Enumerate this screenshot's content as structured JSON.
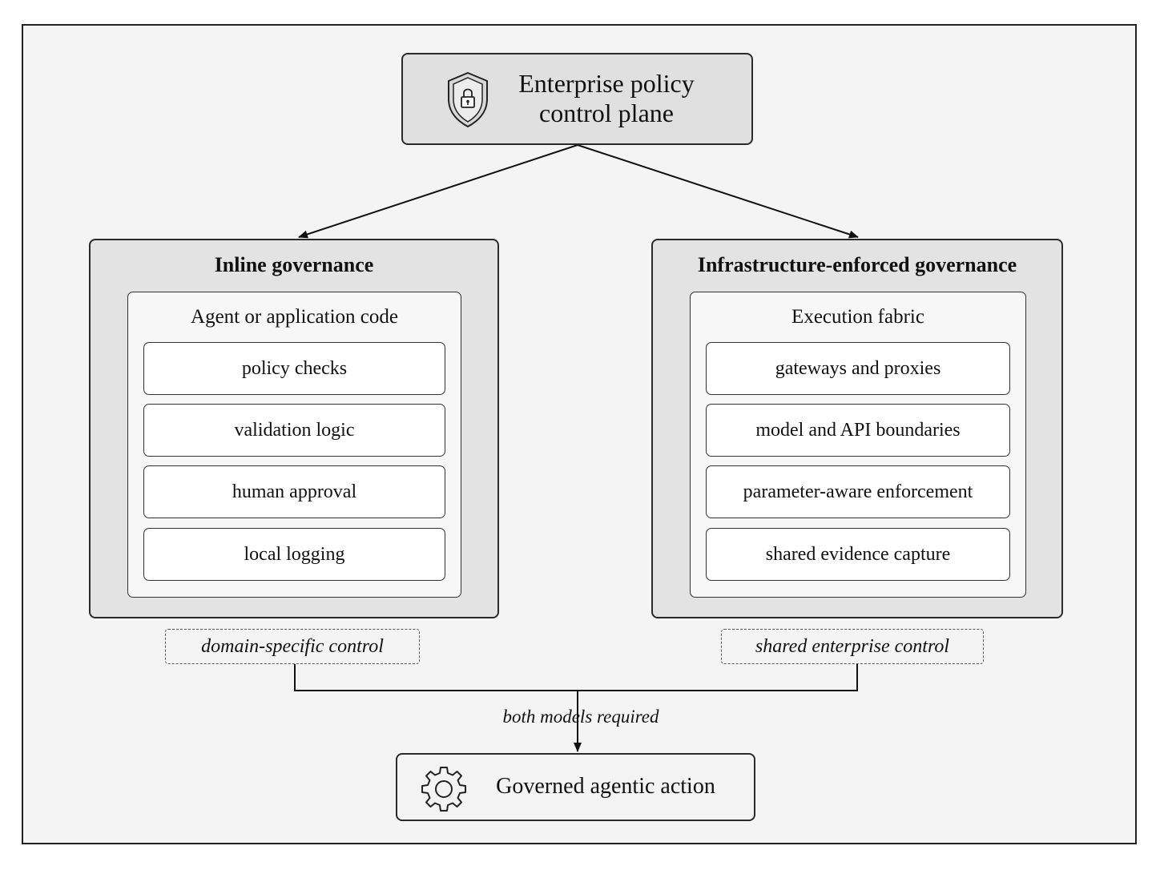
{
  "top": {
    "icon": "shield-lock-icon",
    "title_line1": "Enterprise policy",
    "title_line2": "control plane"
  },
  "inline": {
    "title": "Inline governance",
    "inner_title": "Agent or application code",
    "items": [
      "policy checks",
      "validation logic",
      "human approval",
      "local logging"
    ],
    "tag": "domain-specific control"
  },
  "infra": {
    "title": "Infrastructure-enforced governance",
    "inner_title": "Execution fabric",
    "items": [
      "gateways and proxies",
      "model and API boundaries",
      "parameter-aware enforcement",
      "shared evidence capture"
    ],
    "tag": "shared enterprise control"
  },
  "merge_label": "both models required",
  "bottom": {
    "icon": "gear-icon",
    "title": "Governed agentic action"
  }
}
